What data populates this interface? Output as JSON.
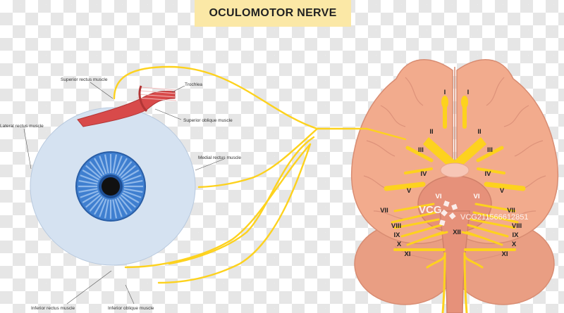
{
  "title": "OCULOMOTOR NERVE",
  "eye_labels": {
    "superior_rectus": "Superior rectus muscle",
    "trochlea": "Trochlea",
    "superior_oblique": "Superior  oblique muscle",
    "lateral_rectus": "Lateral rectus muscle",
    "medial_rectus": "Medial rectus muscle",
    "inferior_rectus": "Inferior rectus muscle",
    "inferior_oblique": "Inferior oblique muscle"
  },
  "cranial_nerves": {
    "I": "I",
    "II": "II",
    "III": "III",
    "IV": "IV",
    "V": "V",
    "VI": "VI",
    "VII": "VII",
    "VIII": "VIII",
    "IX": "IX",
    "X": "X",
    "XI": "XI",
    "XII": "XII"
  },
  "watermark": {
    "logo": "VCG",
    "text": "VCG211566612851"
  },
  "colors": {
    "nerve": "#fdd21e",
    "brain": "#f2ab8d",
    "eye": "#d5e2f1",
    "iris": "#3f7fd0",
    "title_bg": "#fbe8a6"
  }
}
